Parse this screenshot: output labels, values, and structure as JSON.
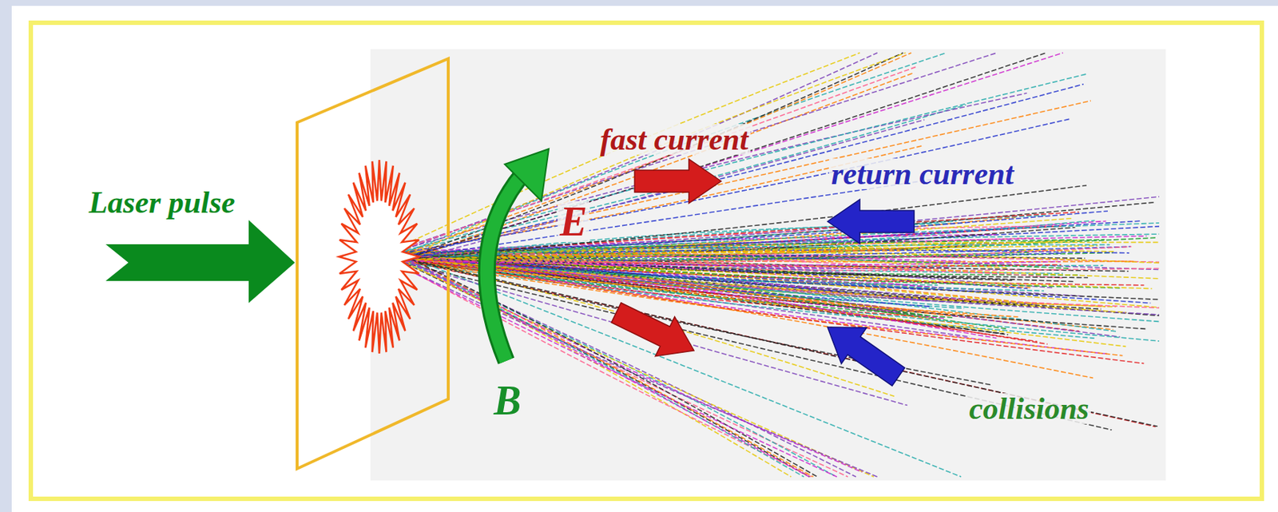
{
  "diagram": {
    "labels": [
      "Laser pulse",
      "fast current",
      "return current",
      "E",
      "B",
      "collisions"
    ]
  }
}
